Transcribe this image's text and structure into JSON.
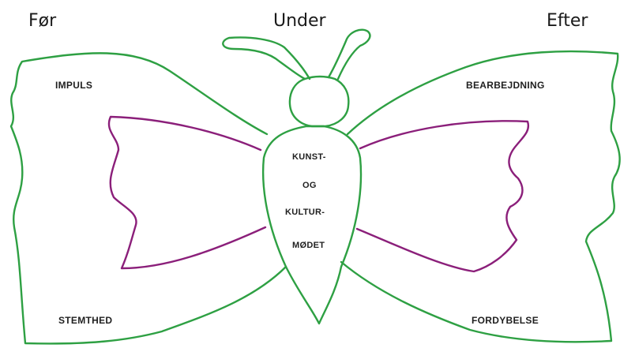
{
  "phases": {
    "before": "Før",
    "during": "Under",
    "after": "Efter"
  },
  "wings": {
    "top_left": "IMPULS",
    "top_right": "BEARBEJDNING",
    "bottom_left": "STEMTHED",
    "bottom_right": "FORDYBELSE"
  },
  "body_text": [
    "KUNST-",
    "OG",
    "KULTUR-",
    "MØDET"
  ],
  "colors": {
    "outline": "#2ea043",
    "inner_wing": "#8b1f7a",
    "text": "#1f1f1f"
  }
}
